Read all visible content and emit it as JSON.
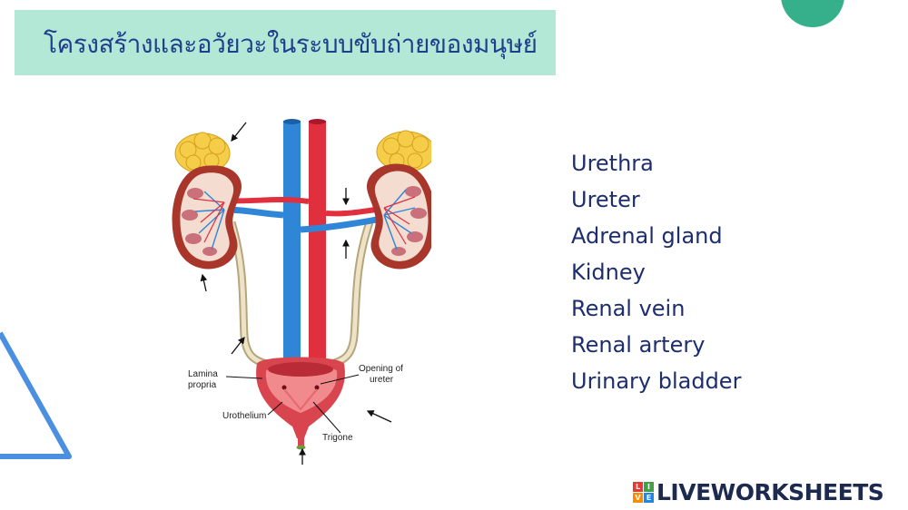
{
  "header": {
    "title": "โครงสร้างและอวัยวะในระบบขับถ่ายของมนุษย์"
  },
  "diagram": {
    "labels": {
      "lamina_propria_1": "Lamina",
      "lamina_propria_2": "propria",
      "urothelium": "Urothelium",
      "opening_1": "Opening of",
      "opening_2": "ureter",
      "trigone": "Trigone"
    }
  },
  "terms": [
    "Urethra",
    "Ureter",
    "Adrenal gland",
    "Kidney",
    "Renal vein",
    "Renal artery",
    "Urinary bladder"
  ],
  "brand": {
    "name": "LIVEWORKSHEETS",
    "logo_letters": [
      "L",
      "I",
      "V",
      "E"
    ]
  },
  "colors": {
    "banner": "#b3e8d6",
    "title": "#1f3f8c",
    "accent_circle": "#35b08a",
    "triangle": "#4a8fe0",
    "vein": "#2f86d6",
    "artery": "#e0303e"
  }
}
